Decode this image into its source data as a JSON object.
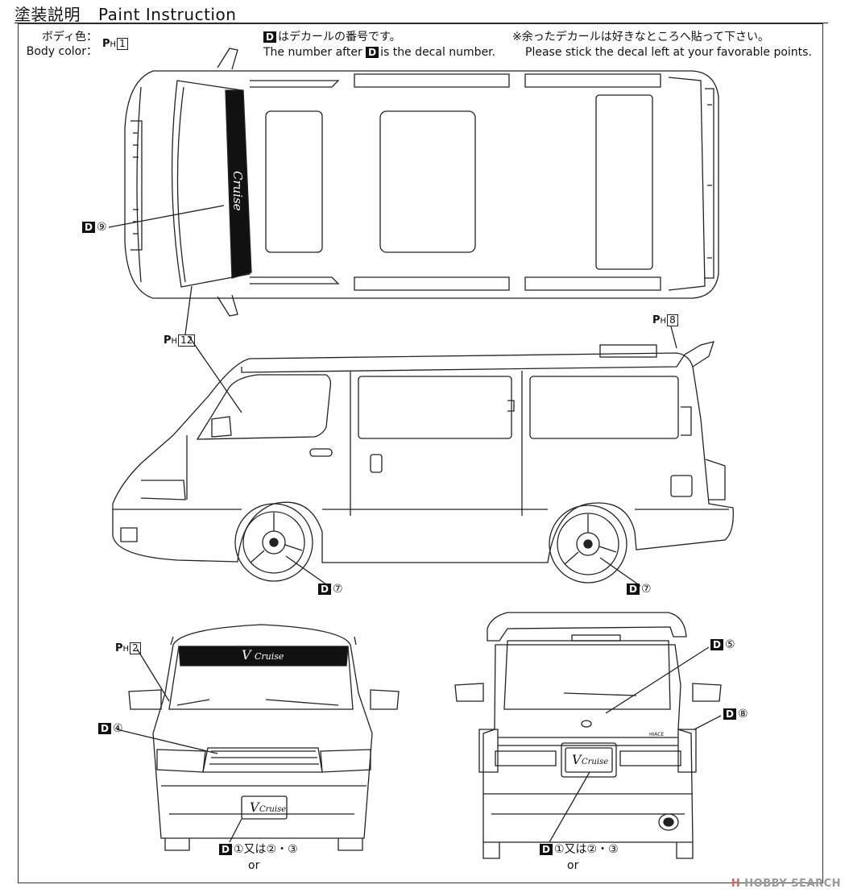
{
  "header": {
    "title_jp": "塗装説明",
    "title_en": "Paint Instruction"
  },
  "body_color": {
    "label_jp": "ボディ色：",
    "label_en": "Body color：",
    "code": "1"
  },
  "decal_note": {
    "jp": "はデカールの番号です。",
    "en_prefix": "The number after",
    "en_suffix": "is the decal number."
  },
  "extra_note": {
    "jp": "※余ったデカールは好きなところへ貼って下さい。",
    "en": "Please stick the decal left at your favorable points."
  },
  "decal_letter": "D",
  "paint_prefix": "P",
  "paint_sub": "H",
  "callouts": {
    "top_windshield": "⑨",
    "side_pillar": "12",
    "side_spoiler": "8",
    "wheel_front": "⑦",
    "wheel_rear": "⑦",
    "front_roof": "2",
    "front_grille": "④",
    "front_plate": "①又は②・③",
    "rear_window": "⑤",
    "rear_badge": "⑧",
    "rear_plate": "①又は②・③",
    "or_label": "or"
  },
  "vehicle_logos": {
    "brand": "V",
    "model": "Cruise",
    "badge": "HIACE"
  },
  "watermark": {
    "icon": "H",
    "text": "HOBBY SEARCH"
  }
}
